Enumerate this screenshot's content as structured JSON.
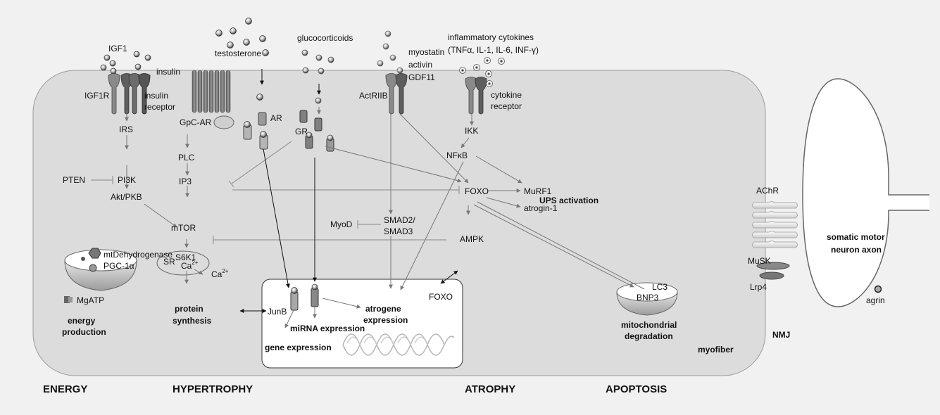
{
  "ligands": {
    "igf1": "IGF1",
    "insulin": "insulin",
    "testosterone": "testosterone",
    "glucocorticoids": "glucocorticoids",
    "myostatin": "myostatin",
    "activin": "activin",
    "gdf11": "GDF11",
    "cytokines_line1": "inflammatory cytokines",
    "cytokines_line2": "(TNFα, IL-1, IL-6, INF-γ)",
    "agrin": "agrin"
  },
  "receptors": {
    "igf1r": "IGF1R",
    "insulin_receptor_1": "insulin",
    "insulin_receptor_2": "receptor",
    "gpc_ar": "GpC-AR",
    "ar": "AR",
    "gr": "GR",
    "actriib": "ActRIIB",
    "cytokine_receptor_1": "cytokine",
    "cytokine_receptor_2": "receptor",
    "achr": "AChR",
    "musk": "MuSK",
    "lrp4": "Lrp4"
  },
  "nodes": {
    "irs": "IRS",
    "pten": "PTEN",
    "pi3k": "PI3K",
    "akt": "Akt/PKB",
    "plc": "PLC",
    "ip3": "IP3",
    "sr": "SR",
    "ca_1": "Ca",
    "ca_2": "Ca",
    "ca_sup": "2+",
    "mtor": "mTOR",
    "s6k1": "S6K1",
    "ikk": "IKK",
    "nfkb": "NFκB",
    "foxo": "FOXO",
    "murf1": "MuRF1",
    "atrogin": "atrogin-1",
    "ampk": "AMPK",
    "myod": "MyoD",
    "smad_1": "SMAD2/",
    "smad_2": "SMAD3",
    "mtdh": "mtDehydrogenase",
    "pgc": "PGC-1α",
    "mgatp": "MgATP",
    "lc3": "LC3",
    "bnp3": "BNP3",
    "nuc_foxo": "FOXO",
    "junb": "JunB"
  },
  "outputs": {
    "ups": "UPS activation",
    "protein_1": "protein",
    "protein_2": "synthesis",
    "energy_1": "energy",
    "energy_2": "production",
    "atrogene_1": "atrogene",
    "atrogene_2": "expression",
    "mirna": "miRNA expression",
    "gene_expression": "gene expression",
    "mito_1": "mitochondrial",
    "mito_2": "degradation"
  },
  "regions": {
    "myofiber": "myofiber",
    "nmj": "NMJ",
    "axon_1": "somatic motor",
    "axon_2": "neuron axon"
  },
  "categories": {
    "energy": "ENERGY",
    "hypertrophy": "HYPERTROPHY",
    "atrophy": "ATROPHY",
    "apoptosis": "APOPTOSIS"
  }
}
